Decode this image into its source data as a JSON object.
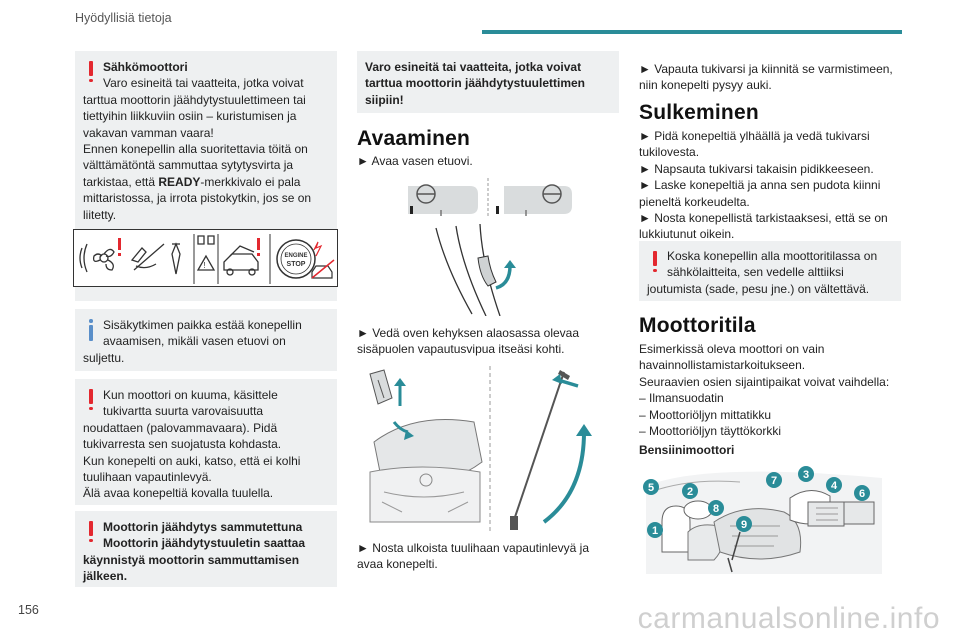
{
  "header": {
    "title": "Hyödyllisiä tietoja"
  },
  "page_number": "156",
  "watermark": "carmanualsonline.info",
  "col1": {
    "box1": {
      "title": "Sähkömoottori",
      "lines": [
        "Varo esineitä tai vaatteita, jotka voivat",
        "tarttua moottorin jäähdytystuulettimeen tai",
        "tiettyihin liikkuviin osiin – kuristumisen ja",
        "vakavan vamman vaara!",
        "Ennen konepellin alla suoritettavia töitä on",
        "välttämätöntä sammuttaa sytytysvirta ja",
        "tarkistaa, että "
      ],
      "ready_word": "READY",
      "line7_rest": "-merkkivalo ei pala",
      "lines_after": [
        "mittaristossa, ja irrota pistokytkin, jos se on",
        "liitetty."
      ],
      "engine_stop_top": "ENGINE",
      "engine_stop_bottom": "STOP"
    },
    "box2": {
      "lines": [
        "Sisäkytkimen paikka estää konepellin",
        "avaamisen, mikäli vasen etuovi on",
        "suljettu."
      ]
    },
    "box3": {
      "lines": [
        "Kun moottori on kuuma, käsittele",
        "tukivartta suurta varovaisuutta",
        "noudattaen (palovammavaara). Pidä",
        "tukivarresta sen suojatusta kohdasta.",
        "Kun konepelti on auki, katso, että ei kolhi",
        "tuulihaan vapautinlevyä.",
        "Älä avaa konepeltiä kovalla tuulella."
      ]
    },
    "box4": {
      "lines": [
        "Moottorin jäähdytys sammutettuna",
        "Moottorin jäähdytystuuletin saattaa",
        "käynnistyä moottorin sammuttamisen",
        "jälkeen."
      ]
    }
  },
  "col2": {
    "box5": {
      "lines": [
        "Varo esineitä tai vaatteita, jotka voivat",
        "tarttua moottorin jäähdytystuulettimen",
        "siipiin!"
      ]
    },
    "heading": "Avaaminen",
    "step1": "► Avaa vasen etuovi.",
    "step2_lines": [
      "► Vedä oven kehyksen alaosassa olevaa",
      "sisäpuolen vapautusvipua itseäsi kohti."
    ],
    "step3_lines": [
      "► Nosta ulkoista tuulihaan vapautinlevyä ja",
      "avaa konepelti."
    ]
  },
  "col3": {
    "intro_lines": [
      "► Vapauta tukivarsi ja kiinnitä se varmistimeen,",
      "niin konepelti pysyy auki."
    ],
    "heading1": "Sulkeminen",
    "close_lines": [
      "► Pidä konepeltiä ylhäällä ja vedä tukivarsi",
      "tukilovesta.",
      "► Napsauta tukivarsi takaisin pidikkeeseen.",
      "► Laske konepeltiä ja anna sen pudota kiinni",
      "pieneltä korkeudelta.",
      "► Nosta konepellistä tarkistaaksesi, että se on",
      "lukkiutunut oikein."
    ],
    "box6": {
      "lines": [
        "Koska konepellin alla moottoritilassa on",
        "sähkölaitteita, sen vedelle alttiiksi",
        "joutumista (sade, pesu jne.) on vältettävä."
      ]
    },
    "heading2": "Moottoritila",
    "engine_lines": [
      "Esimerkissä oleva moottori on vain",
      "havainnollistamistarkoitukseen.",
      "Seuraavien osien sijaintipaikat voivat vaihdella:",
      "– Ilmansuodatin",
      "– Moottoriöljyn mittatikku",
      "– Moottoriöljyn täyttökorkki"
    ],
    "subheading": "Bensiinimoottori",
    "callouts": [
      "1",
      "2",
      "3",
      "4",
      "5",
      "6",
      "7",
      "8",
      "9"
    ]
  },
  "colors": {
    "accent": "#2a8c98",
    "warning": "#e3282f",
    "info": "#5a8fc9",
    "box_bg": "#eef0f1",
    "callout": "#2a8c98"
  }
}
